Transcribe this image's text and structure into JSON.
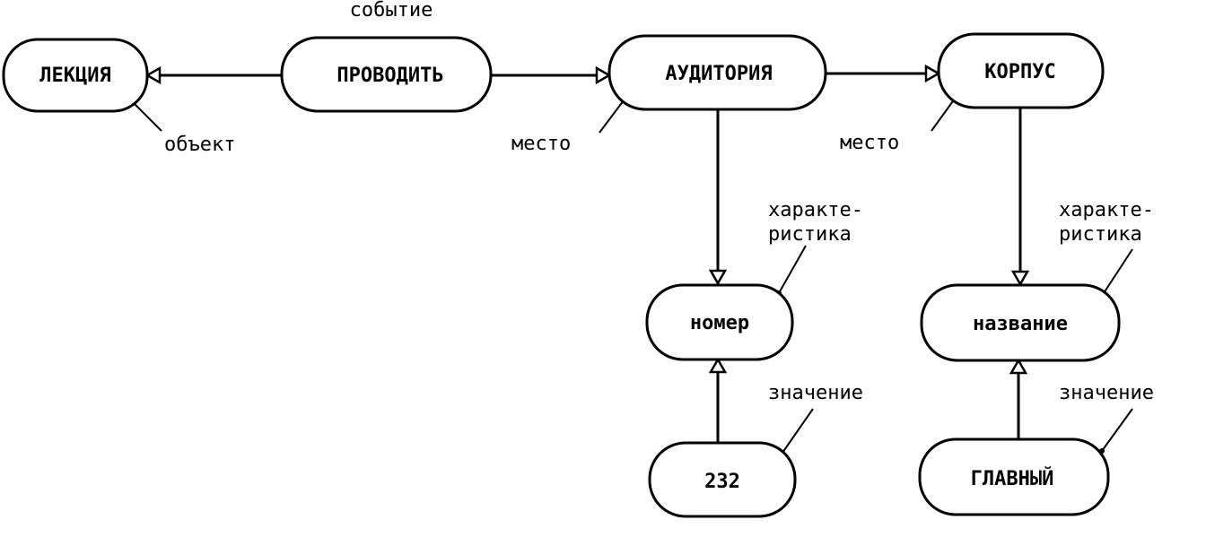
{
  "nodes": {
    "lecture": "ЛЕКЦИЯ",
    "conduct": "ПРОВОДИТЬ",
    "auditorium": "АУДИТОРИЯ",
    "building": "КОРПУС",
    "number": "номер",
    "name": "название",
    "value232": "232",
    "main": "ГЛАВНЫЙ"
  },
  "roles": {
    "event": "событие",
    "object": "объект",
    "place1": "место",
    "place2": "место",
    "char1_line1": "характе-",
    "char1_line2": "ристика",
    "char2_line1": "характе-",
    "char2_line2": "ристика",
    "value1": "значение",
    "value2": "значение"
  }
}
